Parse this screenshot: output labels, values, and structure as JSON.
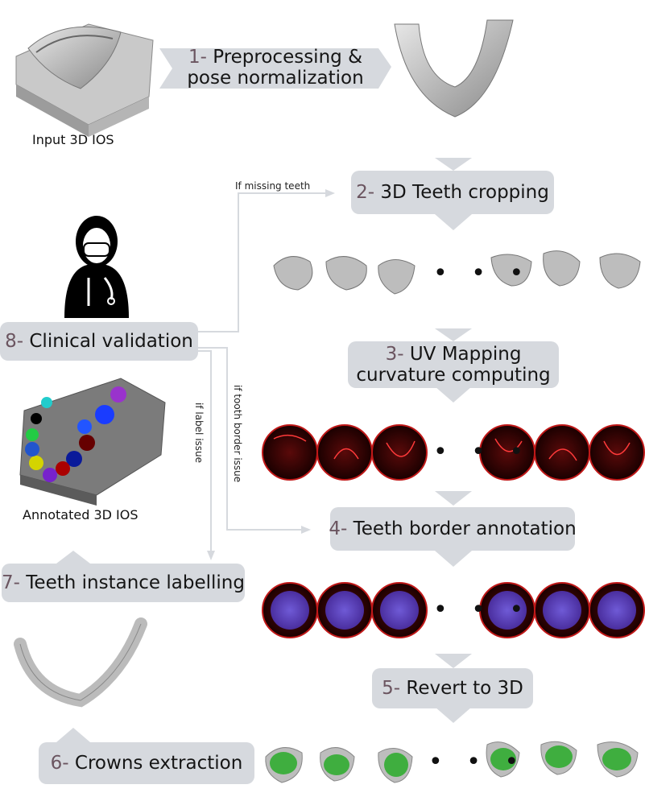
{
  "steps": {
    "s1": {
      "num": "1-",
      "line1": "Preprocessing &",
      "line2": "pose normalization"
    },
    "s2": {
      "num": "2-",
      "label": "3D Teeth cropping"
    },
    "s3": {
      "num": "3-",
      "line1": "UV Mapping",
      "line2": "curvature computing"
    },
    "s4": {
      "num": "4-",
      "label": "Teeth border annotation"
    },
    "s5": {
      "num": "5-",
      "label": "Revert to 3D"
    },
    "s6": {
      "num": "6-",
      "label": "Crowns extraction"
    },
    "s7": {
      "num": "7-",
      "label": "Teeth instance labelling"
    },
    "s8": {
      "num": "8-",
      "label": "Clinical validation"
    }
  },
  "captions": {
    "input": "Input 3D IOS",
    "annotated": "Annotated 3D IOS"
  },
  "annotations": {
    "missing": "If missing teeth",
    "border_issue": "if tooth border issue",
    "label_issue": "if label issue"
  },
  "ellipsis": "• • •",
  "colors": {
    "box": "#d6d9de",
    "step_number": "#6b5560",
    "arrow": "#d6d9de",
    "mesh": "#a9a9a9",
    "curvature_bg": "#2a0000",
    "curvature_line": "#e02020",
    "annotation_fill": "#6a4fc8",
    "crown_green": "#3fae3f"
  }
}
